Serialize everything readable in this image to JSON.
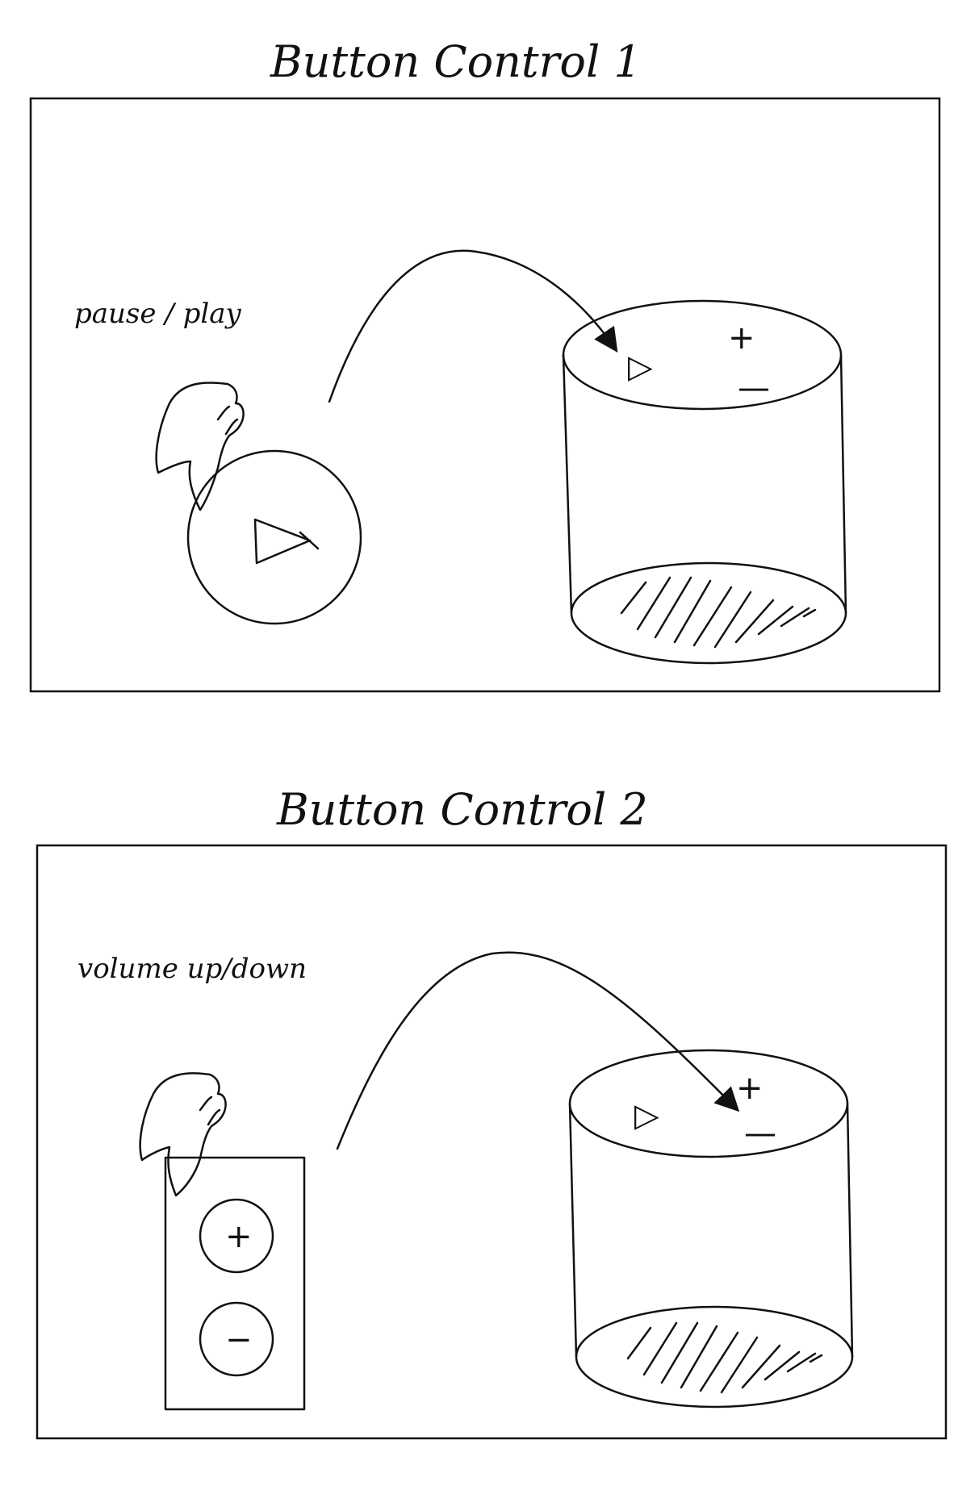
{
  "panels": [
    {
      "title": "Button Control 1",
      "note": "pause / play",
      "speaker_top": {
        "play": "▷",
        "plus": "+",
        "minus": "—"
      },
      "remote_play": "▷"
    },
    {
      "title": "Button Control 2",
      "note": "volume up/down",
      "speaker_top": {
        "play": "▷",
        "plus": "+",
        "minus": "—"
      },
      "remote_plus": "+",
      "remote_minus": "−"
    }
  ]
}
